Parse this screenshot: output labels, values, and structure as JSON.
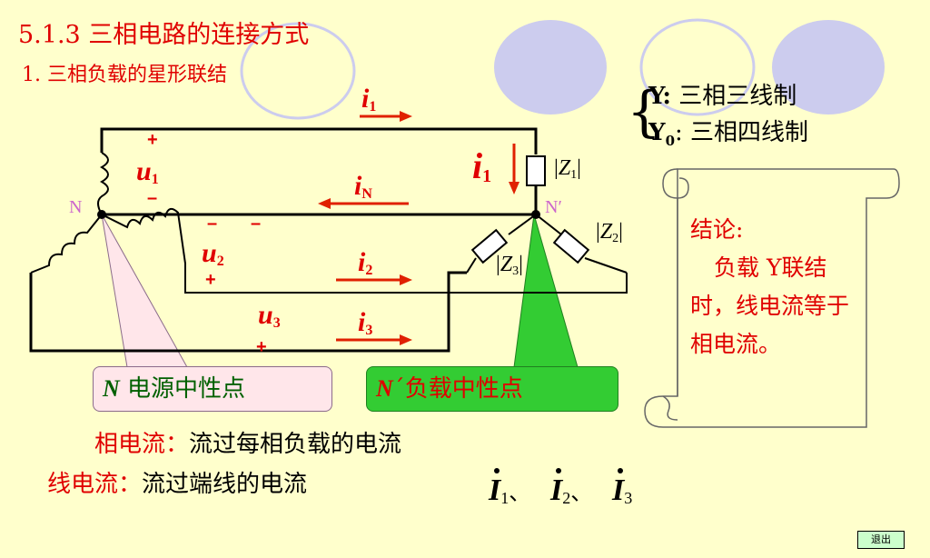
{
  "title": "5.1.3 三相电路的连接方式",
  "subtitle": "1. 三相负载的星形联结",
  "circuit": {
    "i1": "i",
    "i1_sub": "1",
    "iN": "i",
    "iN_sub": "N",
    "i2": "i",
    "i2_sub": "2",
    "i3": "i",
    "i3_sub": "3",
    "i1_branch": "i",
    "i1_branch_sub": "1",
    "u1": "u",
    "u1_sub": "1",
    "u2": "u",
    "u2_sub": "2",
    "u3": "u",
    "u3_sub": "3",
    "plus": "+",
    "minus": "–",
    "node_N": "N",
    "node_N_prime": "N′",
    "z_bar": "|",
    "z": "Z",
    "z1_sub": "1",
    "z2_sub": "2",
    "z3_sub": "3"
  },
  "wiring": {
    "y_label": "Y:",
    "y_text": "三相三线制",
    "y0_label": "Y",
    "y0_sub": "0",
    "y0_sep": ":",
    "y0_text": "三相四线制"
  },
  "conclusion": {
    "heading": "结论:",
    "body": "负载 Y联结时，线电流等于相电流。"
  },
  "labels": {
    "source_neutral_symbol": "N",
    "source_neutral_text": "电源中性点",
    "load_neutral_symbol": "N",
    "load_neutral_prime": "´",
    "load_neutral_text": "负载中性点"
  },
  "definitions": {
    "phase_term": "相电流：",
    "phase_text": "流过每相负载的电流",
    "line_term": "线电流：",
    "line_text": "流过端线的电流"
  },
  "phasor": {
    "symbol": "I",
    "sub1": "1",
    "sub2": "2",
    "sub3": "3",
    "sep": "、"
  },
  "exit_label": "退出",
  "colors": {
    "background": "#ffffcc",
    "accent_red": "#e00000",
    "source_label_bg": "#ffe6ea",
    "load_label_bg": "#33cc33",
    "decor_circle": "#ccccee"
  }
}
